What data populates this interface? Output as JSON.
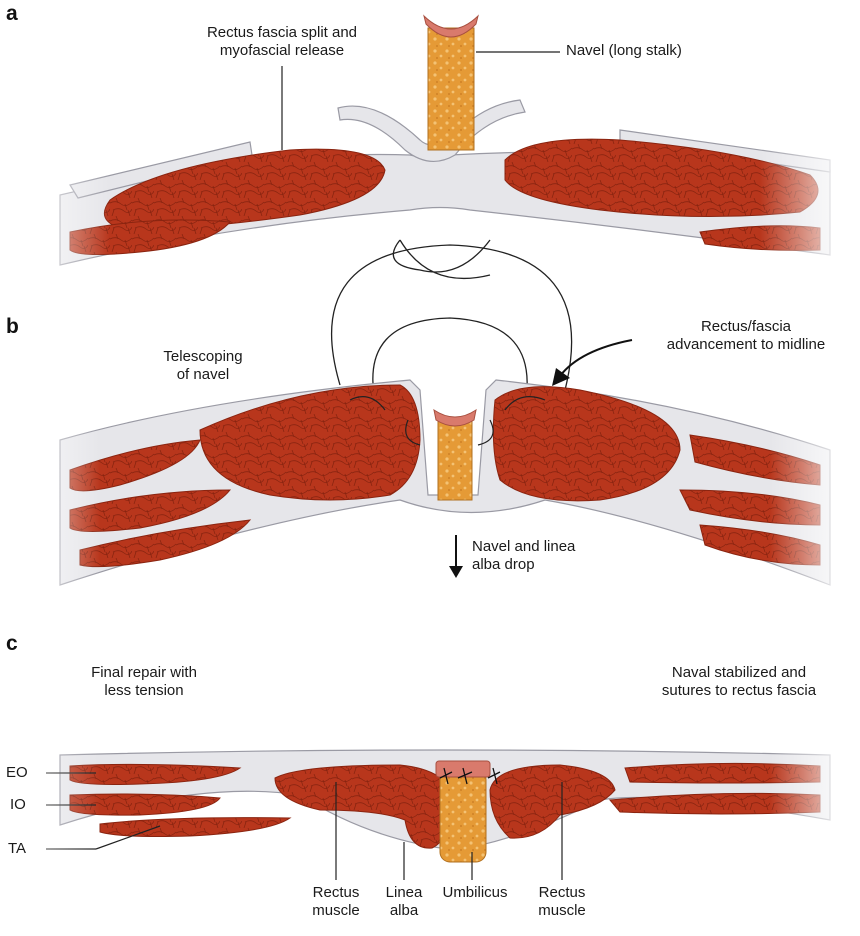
{
  "panels": {
    "a": "a",
    "b": "b",
    "c": "c"
  },
  "labels_a": {
    "rectus_fascia_line1": "Rectus fascia split and",
    "rectus_fascia_line2": "myofascial release",
    "navel": "Navel (long stalk)"
  },
  "labels_b": {
    "telescoping_line1": "Telescoping",
    "telescoping_line2": "of navel",
    "advancement_line1": "Rectus/fascia",
    "advancement_line2": "advancement to midline",
    "drop_line1": "Navel and linea",
    "drop_line2": "alba drop"
  },
  "labels_c": {
    "final_line1": "Final repair with",
    "final_line2": "less tension",
    "naval_line1": "Naval stabilized and",
    "naval_line2": "sutures to rectus fascia",
    "eo": "EO",
    "io": "IO",
    "ta": "TA",
    "rectus_left_line1": "Rectus",
    "rectus_left_line2": "muscle",
    "linea_line1": "Linea",
    "linea_line2": "alba",
    "umbilicus": "Umbilicus",
    "rectus_right_line1": "Rectus",
    "rectus_right_line2": "muscle"
  },
  "colors": {
    "muscle": "#b8361c",
    "muscle_dark": "#8a2410",
    "fascia": "#e6e6ea",
    "fascia_edge": "#9a9aa4",
    "navel": "#e59a36",
    "navel_cap": "#d97a6c",
    "text": "#1a1a1a"
  }
}
